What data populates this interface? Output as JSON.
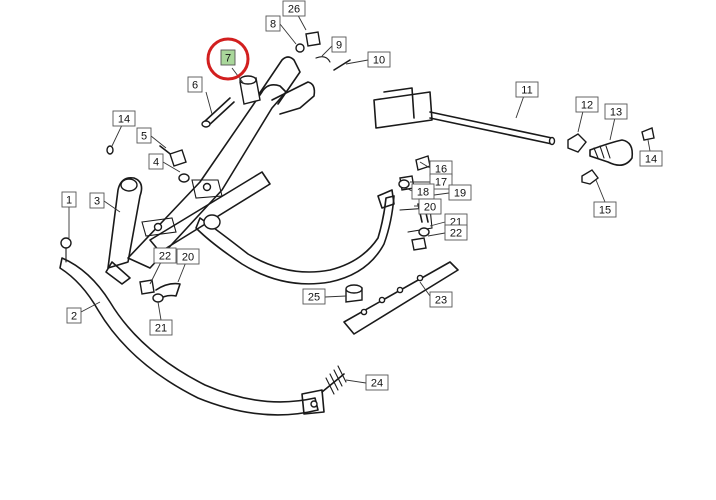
{
  "highlight_color": "#d21f1f",
  "highlight_fill": "#a9d79a",
  "highlighted_callout": "7",
  "callouts": [
    {
      "label": "1"
    },
    {
      "label": "2"
    },
    {
      "label": "3"
    },
    {
      "label": "4"
    },
    {
      "label": "5"
    },
    {
      "label": "6"
    },
    {
      "label": "7"
    },
    {
      "label": "8"
    },
    {
      "label": "9"
    },
    {
      "label": "10"
    },
    {
      "label": "11"
    },
    {
      "label": "12"
    },
    {
      "label": "13"
    },
    {
      "label": "14"
    },
    {
      "label": "14"
    },
    {
      "label": "15"
    },
    {
      "label": "16"
    },
    {
      "label": "17"
    },
    {
      "label": "18"
    },
    {
      "label": "19"
    },
    {
      "label": "20"
    },
    {
      "label": "20"
    },
    {
      "label": "21"
    },
    {
      "label": "21"
    },
    {
      "label": "22"
    },
    {
      "label": "22"
    },
    {
      "label": "23"
    },
    {
      "label": "24"
    },
    {
      "label": "25"
    },
    {
      "label": "26"
    }
  ]
}
